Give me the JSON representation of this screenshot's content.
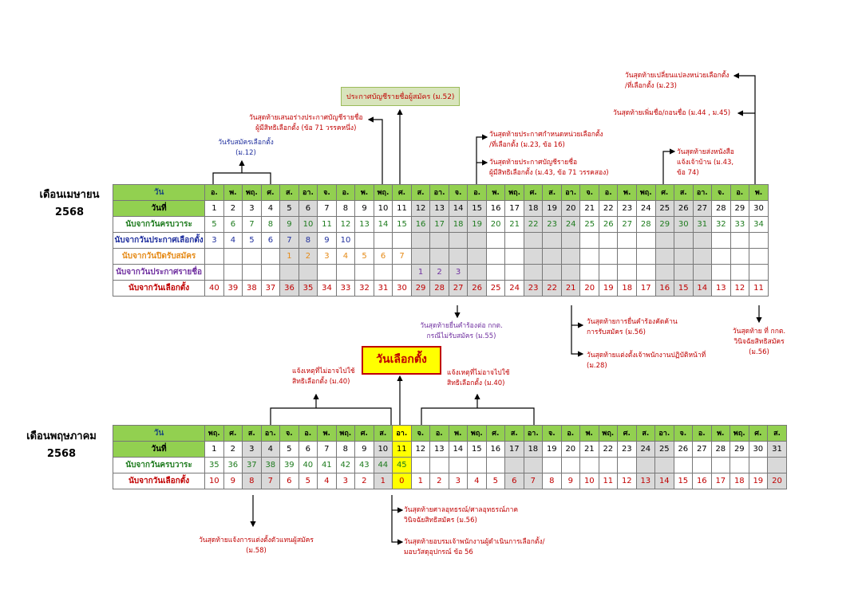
{
  "april": {
    "title": "เดือนเมษายน",
    "year": "2568",
    "row_labels": [
      "วัน",
      "วันที่",
      "นับจากวันครบวาระ",
      "นับจากวันประกาศเลือกตั้ง",
      "นับจากวันปิดรับสมัคร",
      "นับจากวันประกาศรายชื่อ",
      "นับจากวันเลือกตั้ง"
    ],
    "days": [
      "อ.",
      "พ.",
      "พฤ.",
      "ศ.",
      "ส.",
      "อา.",
      "จ.",
      "อ.",
      "พ.",
      "พฤ.",
      "ศ.",
      "ส.",
      "อา.",
      "จ.",
      "อ.",
      "พ.",
      "พฤ.",
      "ศ.",
      "ส.",
      "อา.",
      "จ.",
      "อ.",
      "พ.",
      "พฤ.",
      "ศ.",
      "ส.",
      "อา.",
      "จ.",
      "อ.",
      "พ."
    ],
    "dates": [
      "1",
      "2",
      "3",
      "4",
      "5",
      "6",
      "7",
      "8",
      "9",
      "10",
      "11",
      "12",
      "13",
      "14",
      "15",
      "16",
      "17",
      "18",
      "19",
      "20",
      "21",
      "22",
      "23",
      "24",
      "25",
      "26",
      "27",
      "28",
      "29",
      "30"
    ],
    "from_term": [
      "5",
      "6",
      "7",
      "8",
      "9",
      "10",
      "11",
      "12",
      "13",
      "14",
      "15",
      "16",
      "17",
      "18",
      "19",
      "20",
      "21",
      "22",
      "23",
      "24",
      "25",
      "26",
      "27",
      "28",
      "29",
      "30",
      "31",
      "32",
      "33",
      "34"
    ],
    "from_announce": [
      "3",
      "4",
      "5",
      "6",
      "7",
      "8",
      "9",
      "10",
      "",
      "",
      "",
      "",
      "",
      "",
      "",
      "",
      "",
      "",
      "",
      "",
      "",
      "",
      "",
      "",
      "",
      "",
      "",
      "",
      "",
      ""
    ],
    "from_close": [
      "",
      "",
      "",
      "",
      "1",
      "2",
      "3",
      "4",
      "5",
      "6",
      "7",
      "",
      "",
      "",
      "",
      "",
      "",
      "",
      "",
      "",
      "",
      "",
      "",
      "",
      "",
      "",
      "",
      "",
      "",
      ""
    ],
    "from_list": [
      "",
      "",
      "",
      "",
      "",
      "",
      "",
      "",
      "",
      "",
      "",
      "1",
      "2",
      "3",
      "",
      "",
      "",
      "",
      "",
      "",
      "",
      "",
      "",
      "",
      "",
      "",
      "",
      "",
      "",
      ""
    ],
    "from_election": [
      "40",
      "39",
      "38",
      "37",
      "36",
      "35",
      "34",
      "33",
      "32",
      "31",
      "30",
      "29",
      "28",
      "27",
      "26",
      "25",
      "24",
      "23",
      "22",
      "21",
      "20",
      "19",
      "18",
      "17",
      "16",
      "15",
      "14",
      "13",
      "12",
      "11"
    ],
    "gray_cols": [
      4,
      5,
      11,
      12,
      13,
      14,
      17,
      18,
      19,
      24,
      25,
      26
    ]
  },
  "may": {
    "title": "เดือนพฤษภาคม",
    "year": "2568",
    "row_labels": [
      "วัน",
      "วันที่",
      "นับจากวันครบวาระ",
      "นับจากวันเลือกตั้ง"
    ],
    "days": [
      "พฤ.",
      "ศ.",
      "ส.",
      "อา.",
      "จ.",
      "อ.",
      "พ.",
      "พฤ.",
      "ศ.",
      "ส.",
      "อา.",
      "จ.",
      "อ.",
      "พ.",
      "พฤ.",
      "ศ.",
      "ส.",
      "อา.",
      "จ.",
      "อ.",
      "พ.",
      "พฤ.",
      "ศ.",
      "ส.",
      "อา.",
      "จ.",
      "อ.",
      "พ.",
      "พฤ.",
      "ศ.",
      "ส."
    ],
    "dates": [
      "1",
      "2",
      "3",
      "4",
      "5",
      "6",
      "7",
      "8",
      "9",
      "10",
      "11",
      "12",
      "13",
      "14",
      "15",
      "16",
      "17",
      "18",
      "19",
      "20",
      "21",
      "22",
      "23",
      "24",
      "25",
      "26",
      "27",
      "28",
      "29",
      "30",
      "31"
    ],
    "from_term": [
      "35",
      "36",
      "37",
      "38",
      "39",
      "40",
      "41",
      "42",
      "43",
      "44",
      "45",
      "",
      "",
      "",
      "",
      "",
      "",
      "",
      "",
      "",
      "",
      "",
      "",
      "",
      "",
      "",
      "",
      "",
      "",
      "",
      ""
    ],
    "from_election": [
      "10",
      "9",
      "8",
      "7",
      "6",
      "5",
      "4",
      "3",
      "2",
      "1",
      "0",
      "1",
      "2",
      "3",
      "4",
      "5",
      "6",
      "7",
      "8",
      "9",
      "10",
      "11",
      "12",
      "13",
      "14",
      "15",
      "16",
      "17",
      "18",
      "19",
      "20"
    ],
    "gray_cols": [
      2,
      3,
      9,
      16,
      17,
      23,
      24,
      30
    ],
    "election_col": 10
  },
  "election_day_label": "วันเลือกตั้ง",
  "candidate_list_box": "ประกาศบัญชีรายชื่อผู้สมัคร (ม.52)",
  "annotations": {
    "apply": [
      "วันรับสมัครเลือกตั้ง",
      "(ม.12)"
    ],
    "draft_list": [
      "วันสุดท้ายเสนอร่างประกาศบัญชีรายชื่อ",
      "ผู้มีสิทธิเลือกตั้ง (ข้อ 71 วรรคหนึ่ง)"
    ],
    "polling_unit": [
      "วันสุดท้ายประกาศกำหนดหน่วยเลือกตั้ง",
      "/ที่เลือกตั้ง (ม.23, ข้อ 16)"
    ],
    "voter_list": [
      "วันสุดท้ายประกาศบัญชีรายชื่อ",
      "ผู้มีสิทธิเลือกตั้ง (ม.43, ข้อ 71 วรรคสอง)"
    ],
    "notify_home": [
      "วันสุดท้ายส่งหนังสือ",
      "แจ้งเจ้าบ้าน (ม.43,",
      "ข้อ 74)"
    ],
    "change_unit": [
      "วันสุดท้ายเปลี่ยนแปลงหน่วยเลือกตั้ง",
      "/ที่เลือกตั้ง (ม.23)"
    ],
    "add_name": [
      "วันสุดท้ายเพิ่มชื่อ/ถอนชื่อ (ม.44 , ม.45)"
    ],
    "petition_reject": [
      "วันสุดท้ายยื่นคำร้องต่อ กกต.",
      "กรณีไม่รับสมัคร (ม.55)"
    ],
    "objection": [
      "วันสุดท้ายการยื่นคำร้องคัดค้าน",
      "การรับสมัคร (ม.56)"
    ],
    "appoint_staff": [
      "วันสุดท้ายแต่งตั้งเจ้าพนักงานปฏิบัติหน้าที่",
      "(ม.28)"
    ],
    "ect_decide": [
      "วันสุดท้าย ที่ กกต.",
      "วินิจฉัยสิทธิสมัคร",
      "(ม.56)"
    ],
    "reason_left": [
      "แจ้งเหตุที่ไม่อาจไปใช้",
      "สิทธิเลือกตั้ง (ม.40)"
    ],
    "reason_right": [
      "แจ้งเหตุที่ไม่อาจไปใช้",
      "สิทธิเลือกตั้ง (ม.40)"
    ],
    "agent": [
      "วันสุดท้ายแจ้งการแต่งตั้งตัวแทนผู้สมัคร",
      "(ม.58)"
    ],
    "court": [
      "วันสุดท้ายศาลอุทธรณ์/ศาลอุทธรณ์ภาค",
      "วินิจฉัยสิทธิสมัคร (ม.56)"
    ],
    "training": [
      "วันสุดท้ายอบรมเจ้าพนักงานผู้ดำเนินการเลือกตั้ง/",
      "มอบวัสดุอุปกรณ์ ข้อ 56"
    ]
  }
}
